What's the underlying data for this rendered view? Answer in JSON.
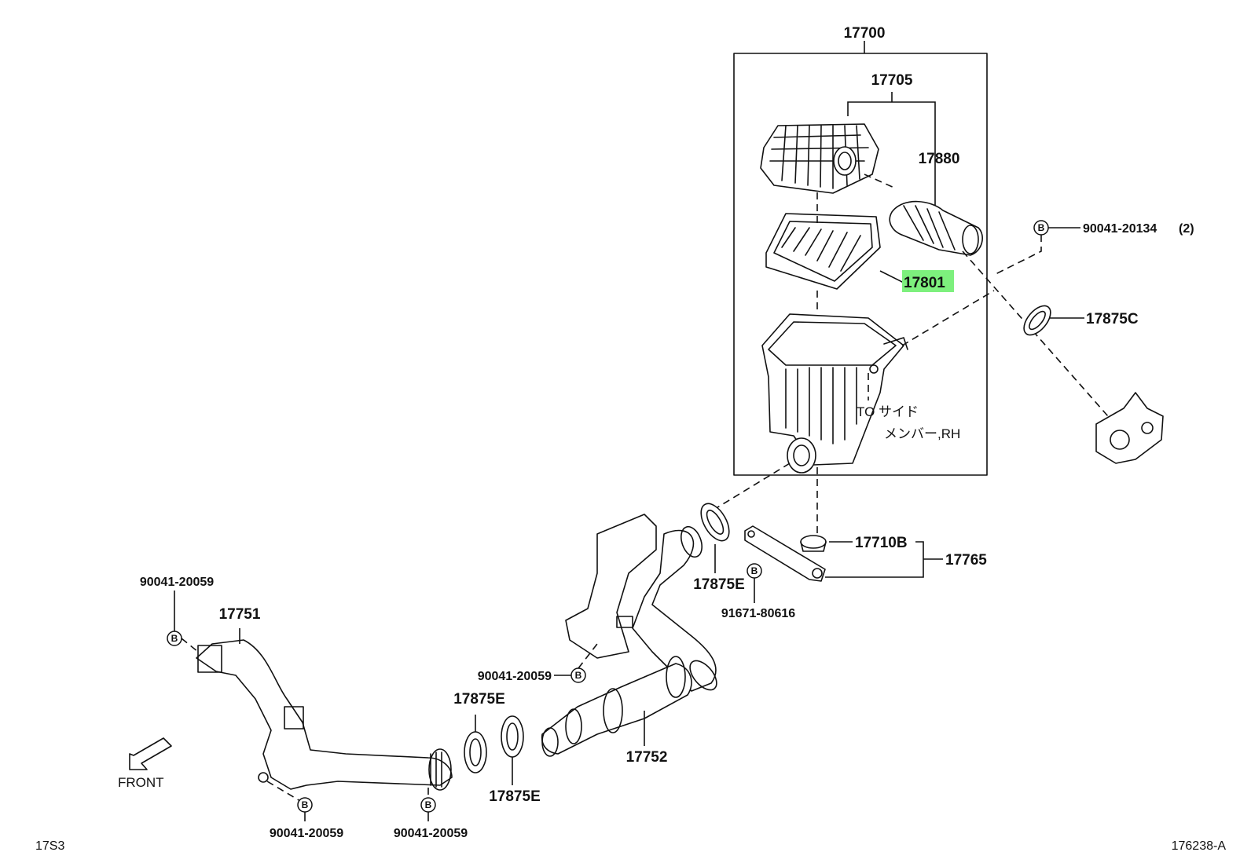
{
  "diagram": {
    "labels": {
      "assy_17700": "17700",
      "cap_17705": "17705",
      "hose_17880": "17880",
      "element_17801": "17801",
      "bolt_90041_20134": "90041-20134",
      "bolt_90041_20134_qty": "(2)",
      "clamp_17875c": "17875C",
      "to_side_member_line1": "TO サイド",
      "to_side_member_line2": "メンバー,RH",
      "cushion_17710b": "17710B",
      "bracket_17765": "17765",
      "clamp_17875e_upper": "17875E",
      "bolt_91671_80616": "91671-80616",
      "bolt_90041_20059_left": "90041-20059",
      "duct_17751": "17751",
      "bolt_90041_20059_mid": "90041-20059",
      "clamp_17875e_mid": "17875E",
      "resonator_17752": "17752",
      "clamp_17875e_lower": "17875E",
      "bolt_90041_20059_bottom_left": "90041-20059",
      "bolt_90041_20059_bottom_mid": "90041-20059",
      "front": "FRONT",
      "corner_left": "17S3",
      "corner_right": "176238-A",
      "bolt_symbol": "B"
    },
    "highlight_color": "#7df07d"
  }
}
